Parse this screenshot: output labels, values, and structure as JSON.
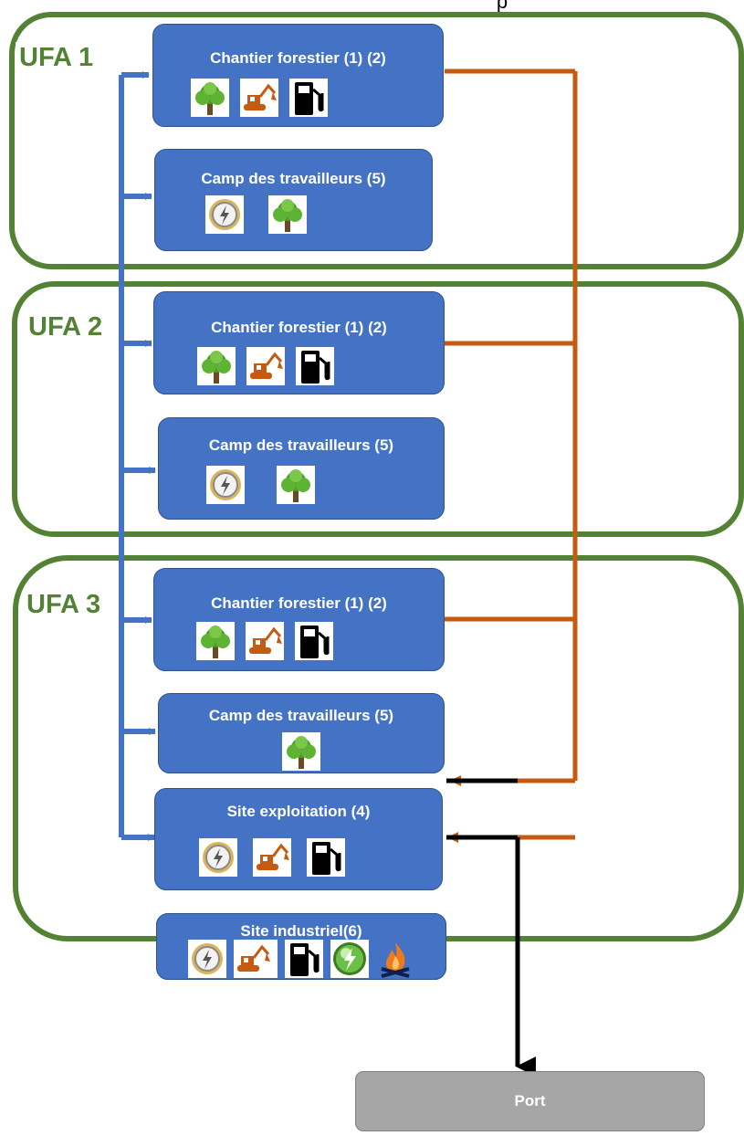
{
  "title_fragment": "p",
  "ufas": [
    {
      "label": "UFA 1",
      "nodes": [
        {
          "title": "Chantier forestier (1) (2)",
          "icons": [
            "tree-icon",
            "excavator-icon",
            "fuel-pump-icon"
          ]
        },
        {
          "title": "Camp des travailleurs (5)",
          "icons": [
            "electricity-icon",
            "tree-icon"
          ]
        }
      ]
    },
    {
      "label": "UFA 2",
      "nodes": [
        {
          "title": "Chantier forestier (1) (2)",
          "icons": [
            "tree-icon",
            "excavator-icon",
            "fuel-pump-icon"
          ]
        },
        {
          "title": "Camp des travailleurs (5)",
          "icons": [
            "electricity-icon",
            "tree-icon"
          ]
        }
      ]
    },
    {
      "label": "UFA 3",
      "nodes": [
        {
          "title": "Chantier forestier (1) (2)",
          "icons": [
            "tree-icon",
            "excavator-icon",
            "fuel-pump-icon"
          ]
        },
        {
          "title": "Camp des travailleurs (5)",
          "icons": [
            "tree-icon"
          ]
        },
        {
          "title": "Site exploitation (4)",
          "icons": [
            "electricity-icon",
            "excavator-icon",
            "fuel-pump-icon"
          ]
        },
        {
          "title": "Site industriel(6)",
          "icons": [
            "electricity-icon",
            "excavator-icon",
            "fuel-pump-icon",
            "green-energy-icon",
            "fire-icon"
          ]
        }
      ]
    }
  ],
  "port": {
    "label": "Port"
  },
  "colors": {
    "ufa_border": "#548235",
    "node_fill": "#4472c4",
    "supply_arrow": "#4472c4",
    "wood_flow": "#c55a11",
    "export_flow": "#000000",
    "port_fill": "#a6a6a6"
  }
}
